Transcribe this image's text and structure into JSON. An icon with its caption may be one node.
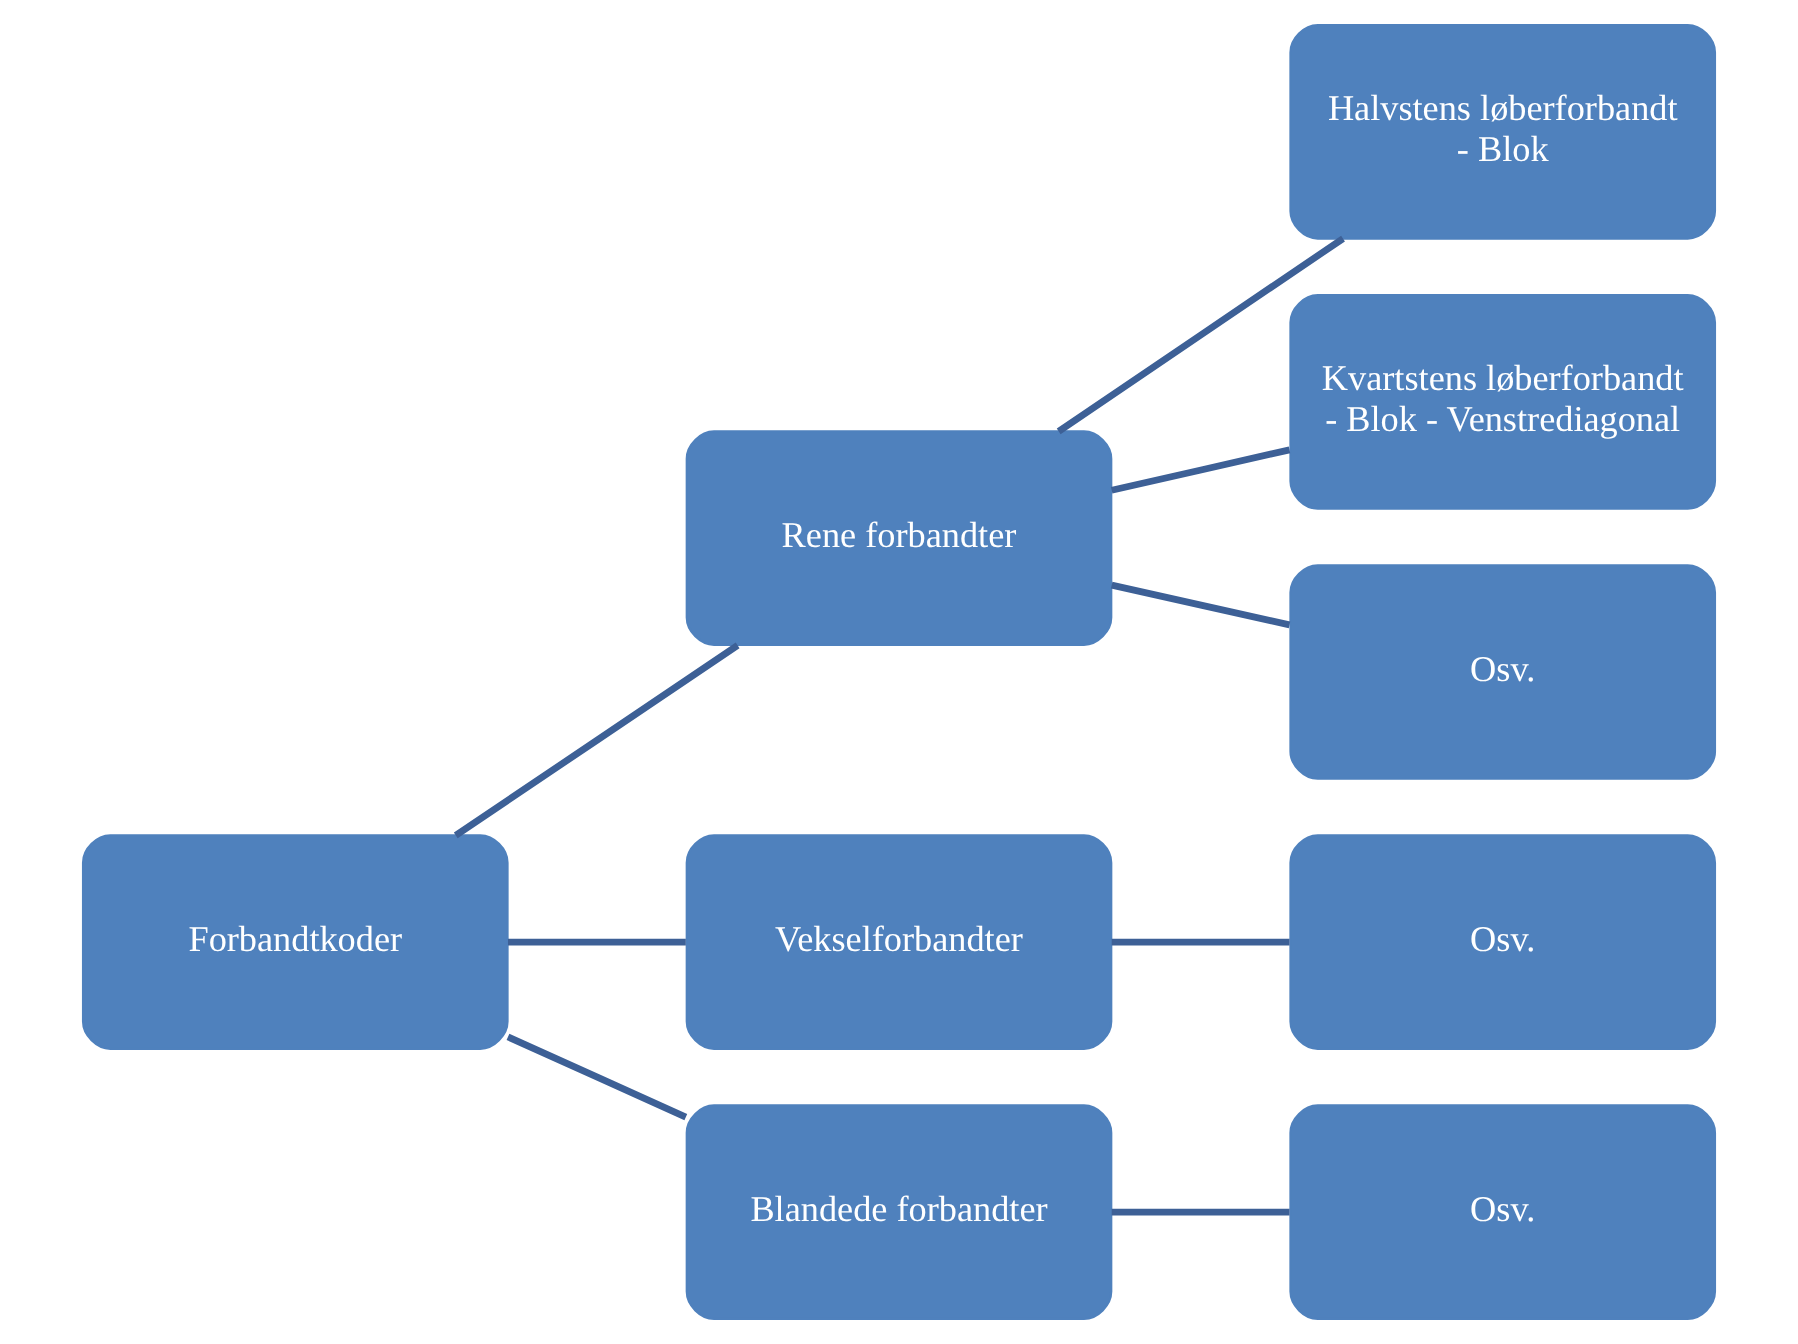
{
  "diagram": {
    "nodes": [
      {
        "text": [
          "Forbandtkoder"
        ]
      },
      {
        "text": [
          "Rene forbandter"
        ]
      },
      {
        "text": [
          "Vekselforbandter"
        ]
      },
      {
        "text": [
          "Blandede forbandter"
        ]
      },
      {
        "text": [
          "Halvstens løberforbandt - Blok"
        ]
      },
      {
        "text": [
          "Kvartstens løberforbandt - Blok - Venstrediagonal"
        ]
      },
      {
        "text": [
          "Osv."
        ]
      },
      {
        "text": [
          "Osv."
        ]
      },
      {
        "text": [
          "Osv."
        ]
      }
    ],
    "edges": [
      {
        "from": 0,
        "to": 1,
        "arrow": "none"
      },
      {
        "from": 0,
        "to": 2,
        "arrow": "none"
      },
      {
        "from": 0,
        "to": 3,
        "arrow": "none"
      },
      {
        "from": 1,
        "to": 4,
        "arrow": "none"
      },
      {
        "from": 1,
        "to": 5,
        "arrow": "none"
      },
      {
        "from": 1,
        "to": 6,
        "arrow": "none"
      },
      {
        "from": 2,
        "to": 7,
        "arrow": "none"
      },
      {
        "from": 3,
        "to": 8,
        "arrow": "none"
      }
    ]
  }
}
